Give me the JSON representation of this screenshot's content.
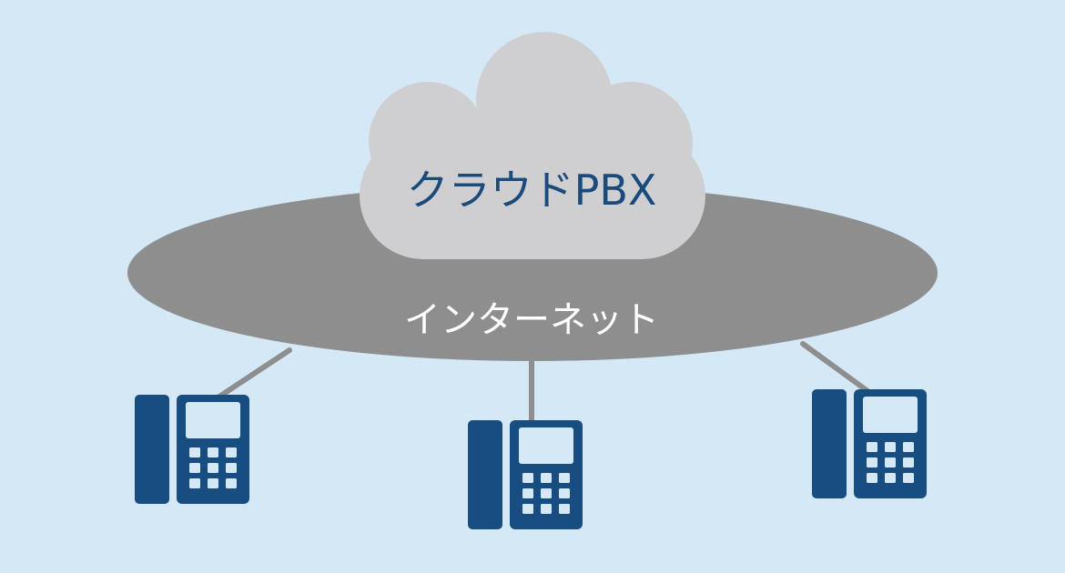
{
  "diagram": {
    "cloud_label": "クラウドPBX",
    "network_label": "インターネット",
    "phones": [
      {
        "name": "phone-left"
      },
      {
        "name": "phone-center"
      },
      {
        "name": "phone-right"
      }
    ]
  },
  "colors": {
    "background": "#d4e8f6",
    "cloud": "#cfcfd1",
    "network": "#8e8e8e",
    "cloud_text": "#1b4b7c",
    "network_text": "#ffffff",
    "phone": "#174d80",
    "connector": "#8e8e8e"
  },
  "icons": {
    "cloud": "cloud-icon",
    "phone": "phone-icon"
  }
}
